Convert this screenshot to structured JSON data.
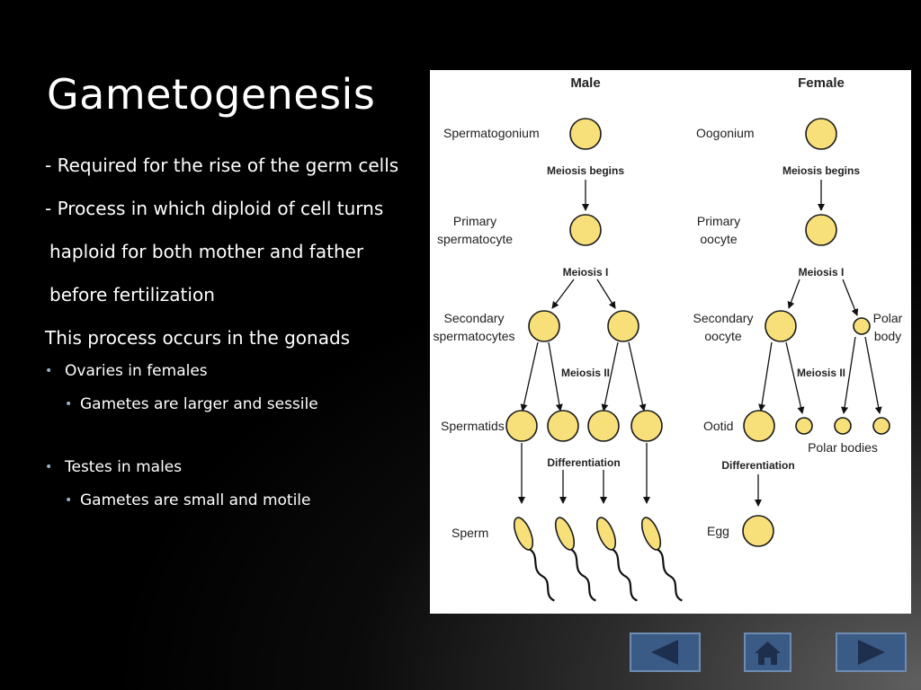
{
  "slide": {
    "title": "Gametogenesis",
    "lines": [
      "- Required for the rise of the germ cells",
      "- Process in which diploid of cell turns",
      " haploid for both mother and father",
      " before fertilization",
      "This process occurs in the gonads"
    ],
    "bullets": [
      {
        "text": "Ovaries in females",
        "sub": "Gametes are larger and sessile"
      },
      {
        "text": "Testes in males",
        "sub": "Gametes are small and motile"
      }
    ]
  },
  "diagram": {
    "male_header": "Male",
    "female_header": "Female",
    "male_labels": {
      "spermatogonium": "Spermatogonium",
      "primary_1": "Primary",
      "primary_2": "spermatocyte",
      "secondary_1": "Secondary",
      "secondary_2": "spermatocytes",
      "spermatids": "Spermatids",
      "sperm": "Sperm"
    },
    "female_labels": {
      "oogonium": "Oogonium",
      "primary_1": "Primary",
      "primary_2": "oocyte",
      "secondary_1": "Secondary",
      "secondary_2": "oocyte",
      "polar_body_1": "Polar",
      "polar_body_2": "body",
      "ootid": "Ootid",
      "polar_bodies": "Polar bodies",
      "egg": "Egg"
    },
    "steps": {
      "meiosis_begins": "Meiosis begins",
      "meiosis_1": "Meiosis I",
      "meiosis_2": "Meiosis II",
      "differentiation": "Differentiation"
    },
    "colors": {
      "cell_fill": "#f7df7a",
      "cell_stroke": "#1a1a1a"
    }
  },
  "nav": {
    "color": "#3b5b87",
    "buttons": [
      {
        "icon": "previous-arrow-icon"
      },
      {
        "icon": "home-icon"
      },
      {
        "icon": "next-arrow-icon"
      }
    ]
  }
}
